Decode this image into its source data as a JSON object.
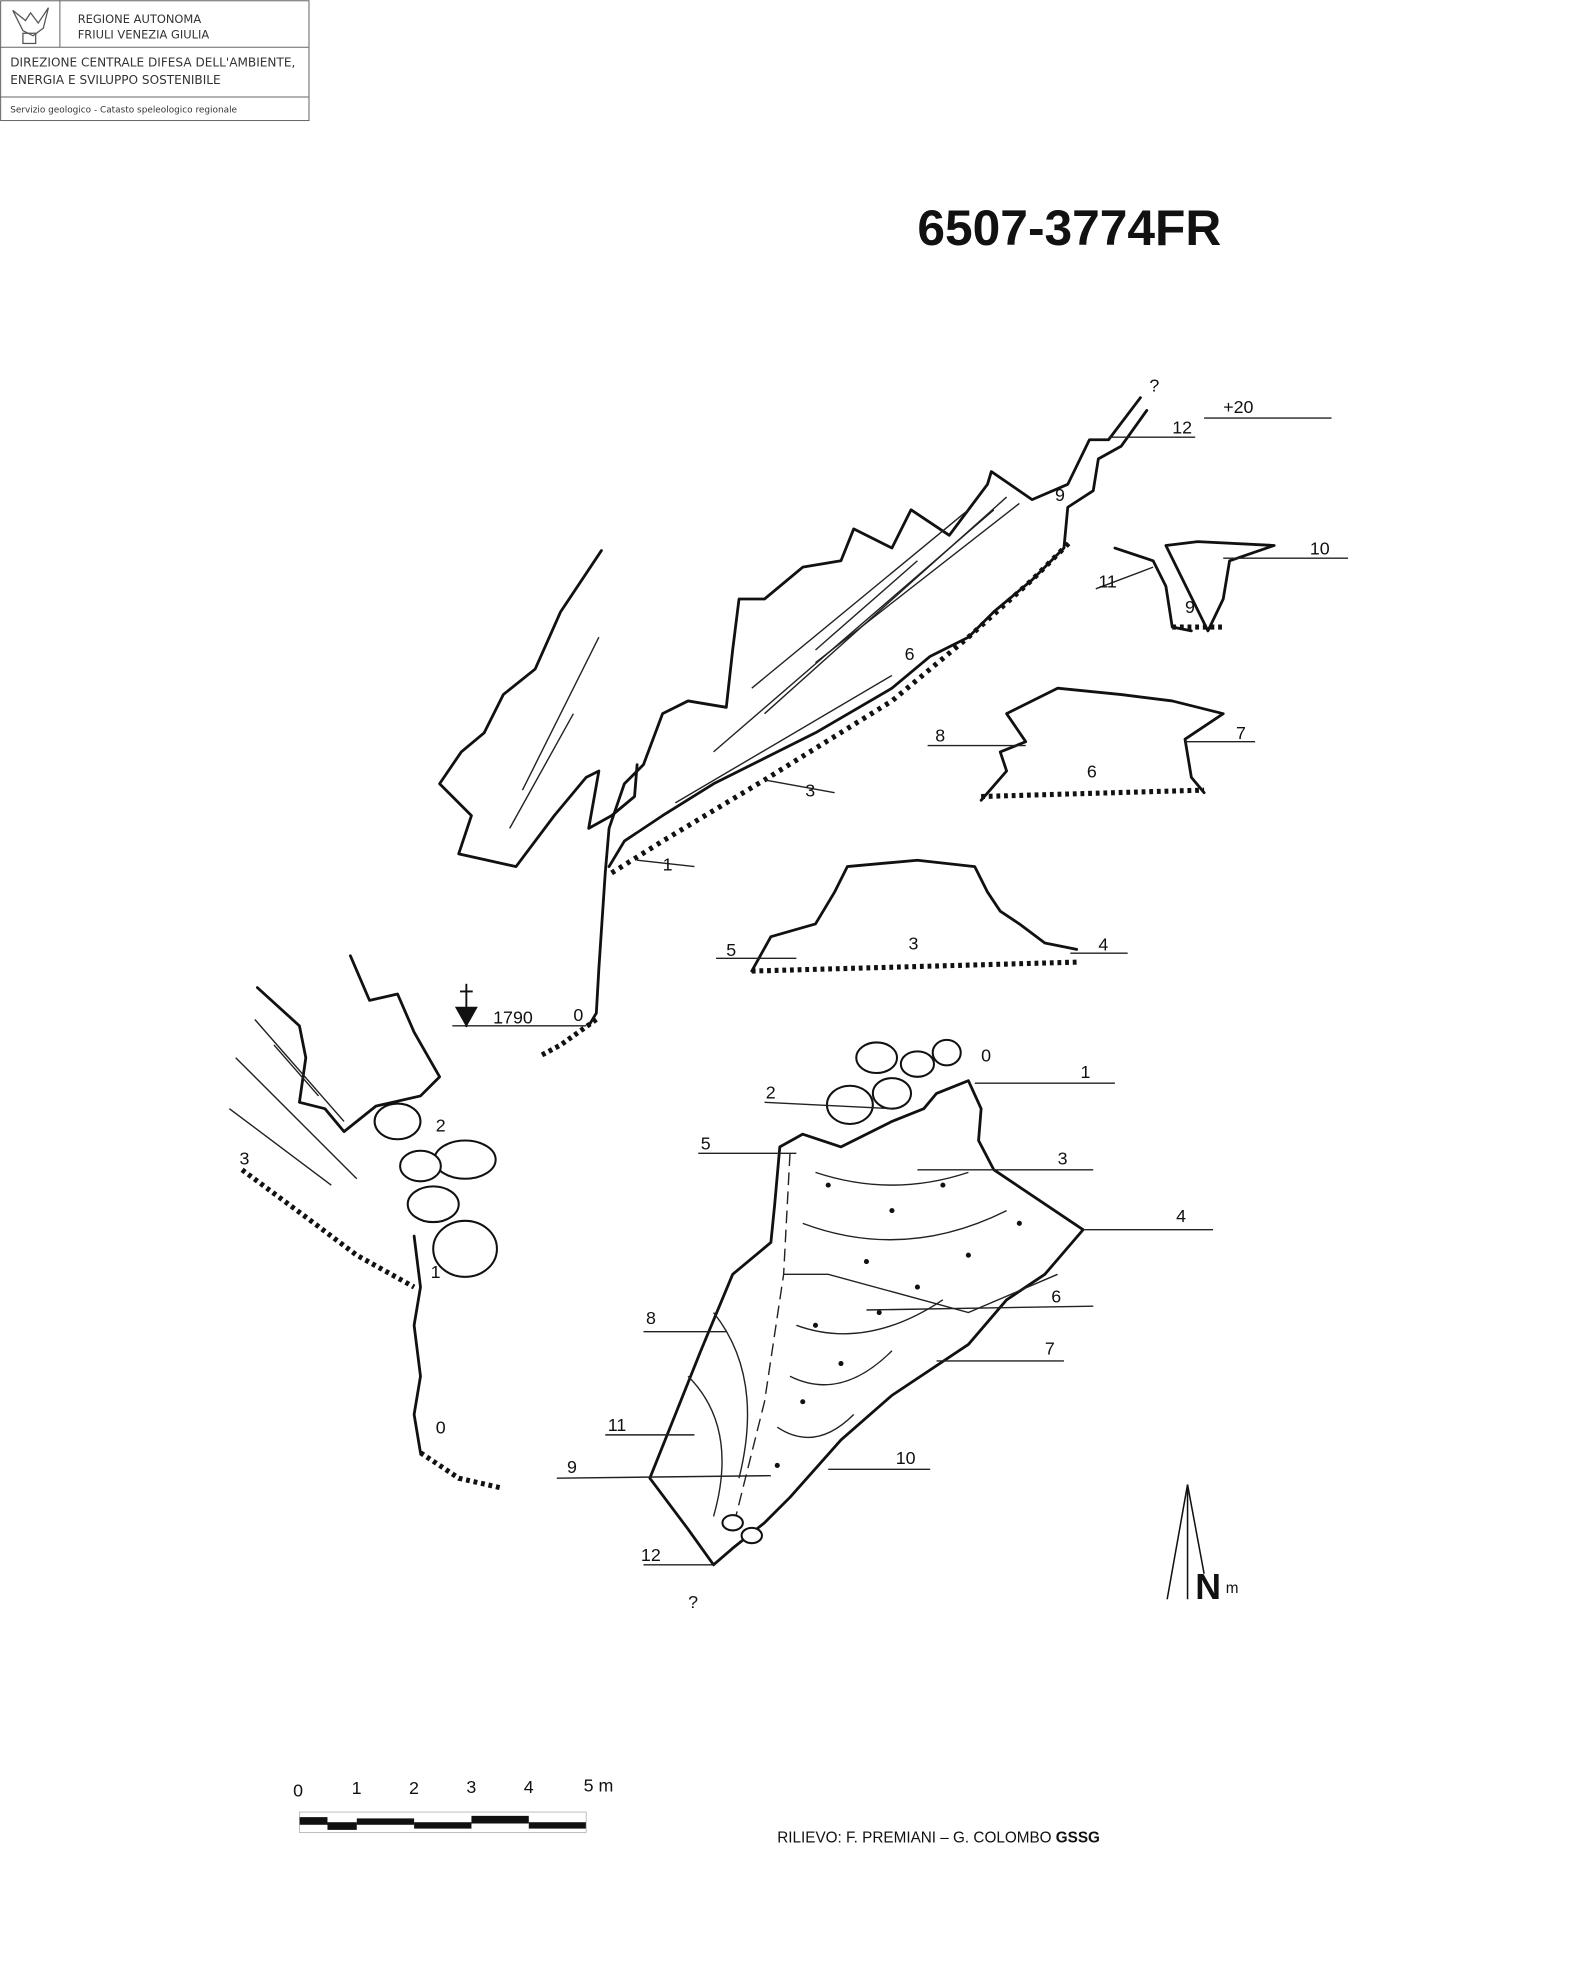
{
  "header": {
    "org_line1": "REGIONE AUTONOMA",
    "org_line2": "FRIULI VENEZIA GIULIA",
    "dept_line1": "DIREZIONE CENTRALE DIFESA DELL'AMBIENTE,",
    "dept_line2": "ENERGIA E SVILUPPO SOSTENIBILE",
    "service": "Servizio geologico - Catasto speleologico regionale"
  },
  "title": "6507-3774FR",
  "profile": {
    "top_mark": "?",
    "elevation_top": "+20",
    "entrance_elevation": "1790",
    "stations": [
      "12",
      "9",
      "6",
      "3",
      "1",
      "0"
    ]
  },
  "sections": [
    {
      "labels": [
        "10",
        "11",
        "9"
      ]
    },
    {
      "labels": [
        "8",
        "7",
        "6"
      ]
    },
    {
      "labels": [
        "5",
        "3",
        "4"
      ]
    },
    {
      "labels": [
        "2",
        "3",
        "1",
        "0"
      ]
    }
  ],
  "plan": {
    "labels": [
      "0",
      "1",
      "2",
      "5",
      "3",
      "4",
      "6",
      "8",
      "7",
      "11",
      "9",
      "10",
      "12"
    ],
    "bottom_mark": "?"
  },
  "north": {
    "letter": "N",
    "sub": "m"
  },
  "scale_bar": {
    "ticks": [
      "0",
      "1",
      "2",
      "3",
      "4",
      "5 m"
    ]
  },
  "credits": {
    "text": "RILIEVO: F. PREMIANI – G. COLOMBO ",
    "group": "GSSG"
  }
}
